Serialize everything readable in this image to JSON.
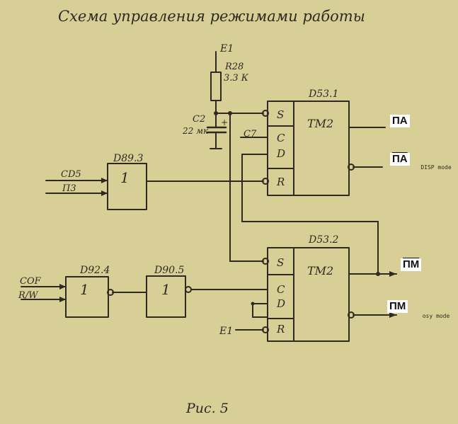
{
  "title": "Схема управления режимами работы",
  "caption": "Рис. 5",
  "components": {
    "r28": {
      "designator": "R28",
      "value": "3.3 К"
    },
    "c2": {
      "designator": "C2",
      "value": "22 мк"
    },
    "supply_top": "E1",
    "supply_bottom": "E1",
    "d89_3": {
      "designator": "D89.3",
      "symbol": "1",
      "inputs": [
        "CD5",
        "П3"
      ]
    },
    "d92_4": {
      "designator": "D92.4",
      "symbol": "1",
      "inputs": [
        "COF",
        "R/W"
      ]
    },
    "d90_5": {
      "designator": "D90.5",
      "symbol": "1"
    },
    "d53_1": {
      "designator": "D53.1",
      "type": "ТМ2",
      "pins": {
        "s": "S",
        "c": "C",
        "d": "D",
        "r": "R"
      },
      "c_input": "C7"
    },
    "d53_2": {
      "designator": "D53.2",
      "type": "ТМ2",
      "pins": {
        "s": "S",
        "c": "C",
        "d": "D",
        "r": "R"
      }
    }
  },
  "outputs": {
    "pa": {
      "label": "ПА"
    },
    "pa_inv": {
      "label": "ПА",
      "overline": true,
      "note": "DISP mode"
    },
    "pm_inv": {
      "label": "ПМ",
      "overline": true
    },
    "pm": {
      "label": "ПМ",
      "note": "osy mode"
    }
  },
  "colors": {
    "paper": "#d7cf96",
    "ink": "#2e2a22",
    "label_bg": "#ffffff"
  }
}
